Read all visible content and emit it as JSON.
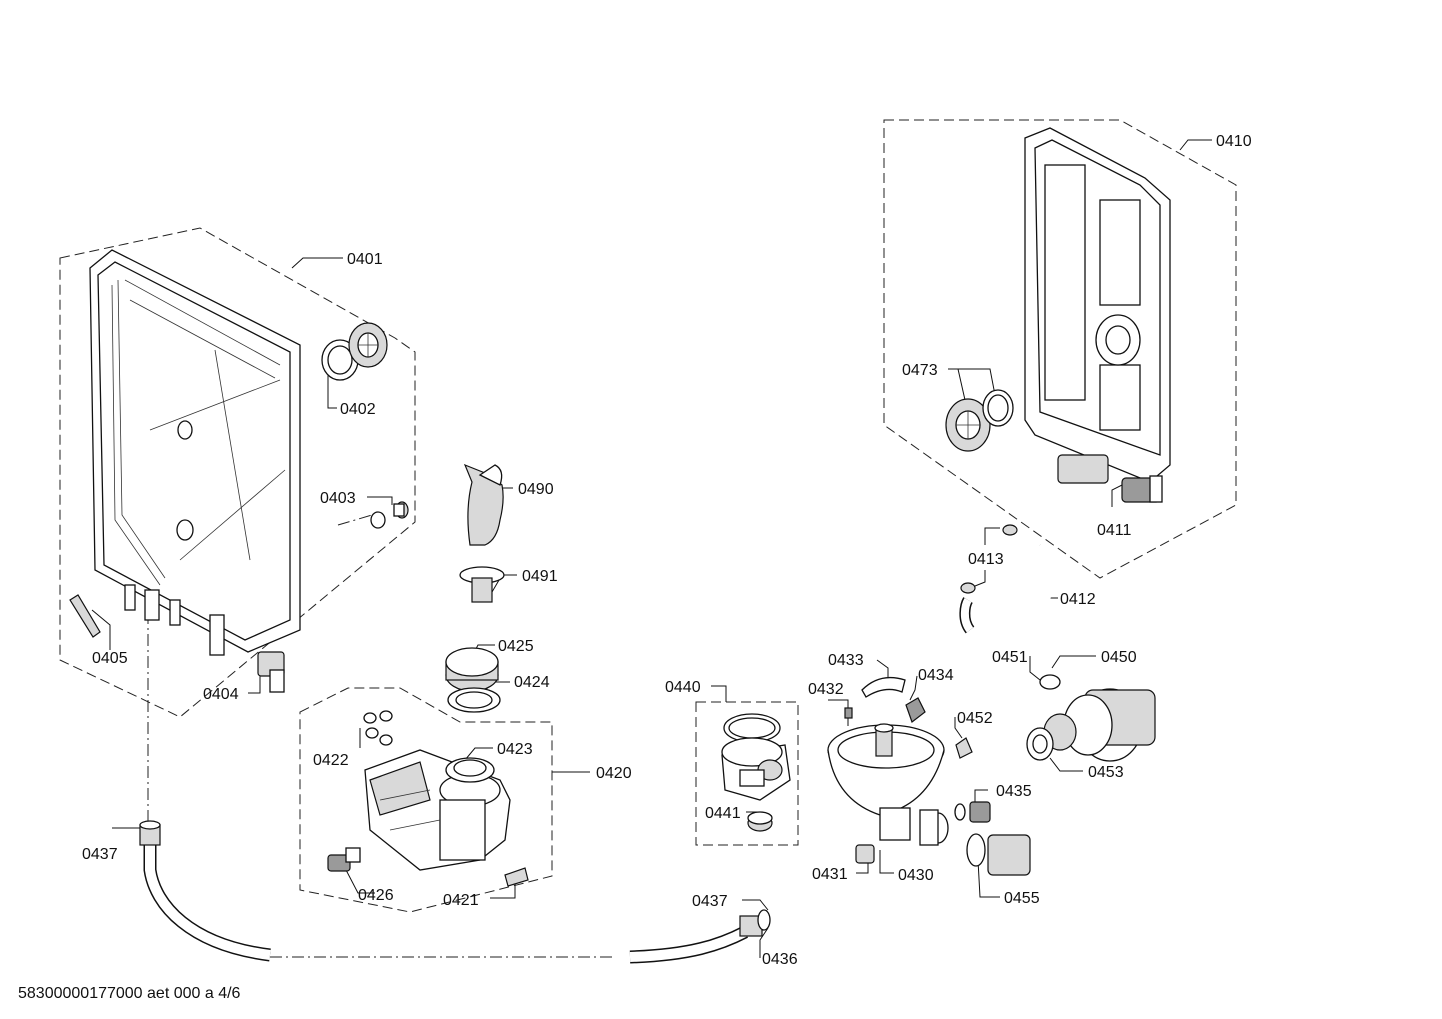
{
  "diagram": {
    "footer_text": "58300000177000 aet 000 a 4/6",
    "labels": {
      "p0401": "0401",
      "p0402": "0402",
      "p0403": "0403",
      "p0404": "0404",
      "p0405": "0405",
      "p0410": "0410",
      "p0411": "0411",
      "p0412": "0412",
      "p0413": "0413",
      "p0420": "0420",
      "p0421": "0421",
      "p0422": "0422",
      "p0423": "0423",
      "p0424": "0424",
      "p0425": "0425",
      "p0426": "0426",
      "p0430": "0430",
      "p0431": "0431",
      "p0432": "0432",
      "p0433": "0433",
      "p0434": "0434",
      "p0435": "0435",
      "p0436": "0436",
      "p0437a": "0437",
      "p0437b": "0437",
      "p0440": "0440",
      "p0441": "0441",
      "p0450": "0450",
      "p0451": "0451",
      "p0452": "0452",
      "p0453": "0453",
      "p0455": "0455",
      "p0473": "0473",
      "p0490": "0490",
      "p0491": "0491"
    }
  }
}
